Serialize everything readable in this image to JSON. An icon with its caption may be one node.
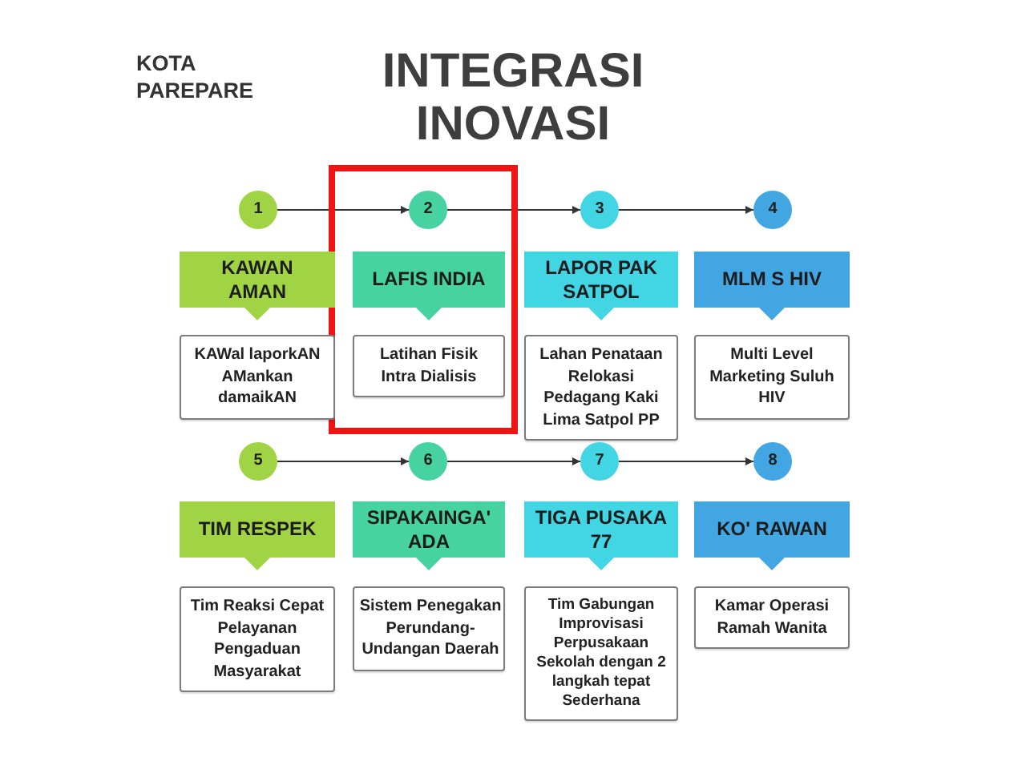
{
  "diagram": {
    "title": "INTEGRASI INOVASI",
    "nodes": [
      {
        "text": [
          "1"
        ]
      },
      {
        "text": [],
        "shape": "box"
      },
      {
        "text": [
          "2"
        ],
        "in": 1
      },
      {
        "text": [
          "3"
        ]
      },
      {
        "text": [
          "4"
        ]
      },
      {
        "text": [
          "KAWAN AMAN"
        ]
      },
      {
        "text": [
          "LAFIS INDIA"
        ],
        "in": 1
      },
      {
        "text": [
          "LAPOR PAK SATPOL"
        ]
      },
      {
        "text": [
          "MLM S HIV"
        ]
      },
      {
        "text": [
          "KAWal laporkAN AMankan damaikAN"
        ]
      },
      {
        "text": [
          "Latihan Fisik Intra Dialisis"
        ],
        "in": 1
      },
      {
        "text": [
          "Lahan Penataan Relokasi Pedagang Kaki Lima Satpol PP"
        ]
      },
      {
        "text": [
          "Multi Level Marketing Suluh HIV"
        ]
      },
      {
        "text": [
          "5"
        ]
      },
      {
        "text": [
          "6"
        ]
      },
      {
        "text": [
          "7"
        ]
      },
      {
        "text": [
          "8"
        ]
      },
      {
        "text": [
          "TIM RESPEK"
        ]
      },
      {
        "text": [
          "SIPAKAINGA' ADA"
        ]
      },
      {
        "text": [
          "TIGA PUSAKA 77"
        ]
      },
      {
        "text": [
          "KO' RAWAN"
        ]
      },
      {
        "text": [
          "Tim Reaksi Cepat Pelayanan Pengaduan Masyarakat"
        ]
      },
      {
        "text": [
          "Sistem Penegakan Perundang-Undangan Daerah"
        ]
      },
      {
        "text": [
          "Tim Gabungan Improvisasi Perpusakaan Sekolah dengan 2 langkah tepat Sederhana"
        ]
      },
      {
        "text": [
          "Kamar Operasi Ramah Wanita"
        ]
      }
    ],
    "edges": [
      {
        "from": 0,
        "to": 2,
        "arrow": "to"
      },
      {
        "from": 2,
        "to": 3,
        "arrow": "to"
      },
      {
        "from": 3,
        "to": 4,
        "arrow": "to"
      },
      {
        "from": 13,
        "to": 14,
        "arrow": "to"
      },
      {
        "from": 14,
        "to": 15,
        "arrow": "to"
      },
      {
        "from": 15,
        "to": 16,
        "arrow": "to"
      }
    ],
    "labels": [
      "KOTA PAREPARE"
    ]
  }
}
